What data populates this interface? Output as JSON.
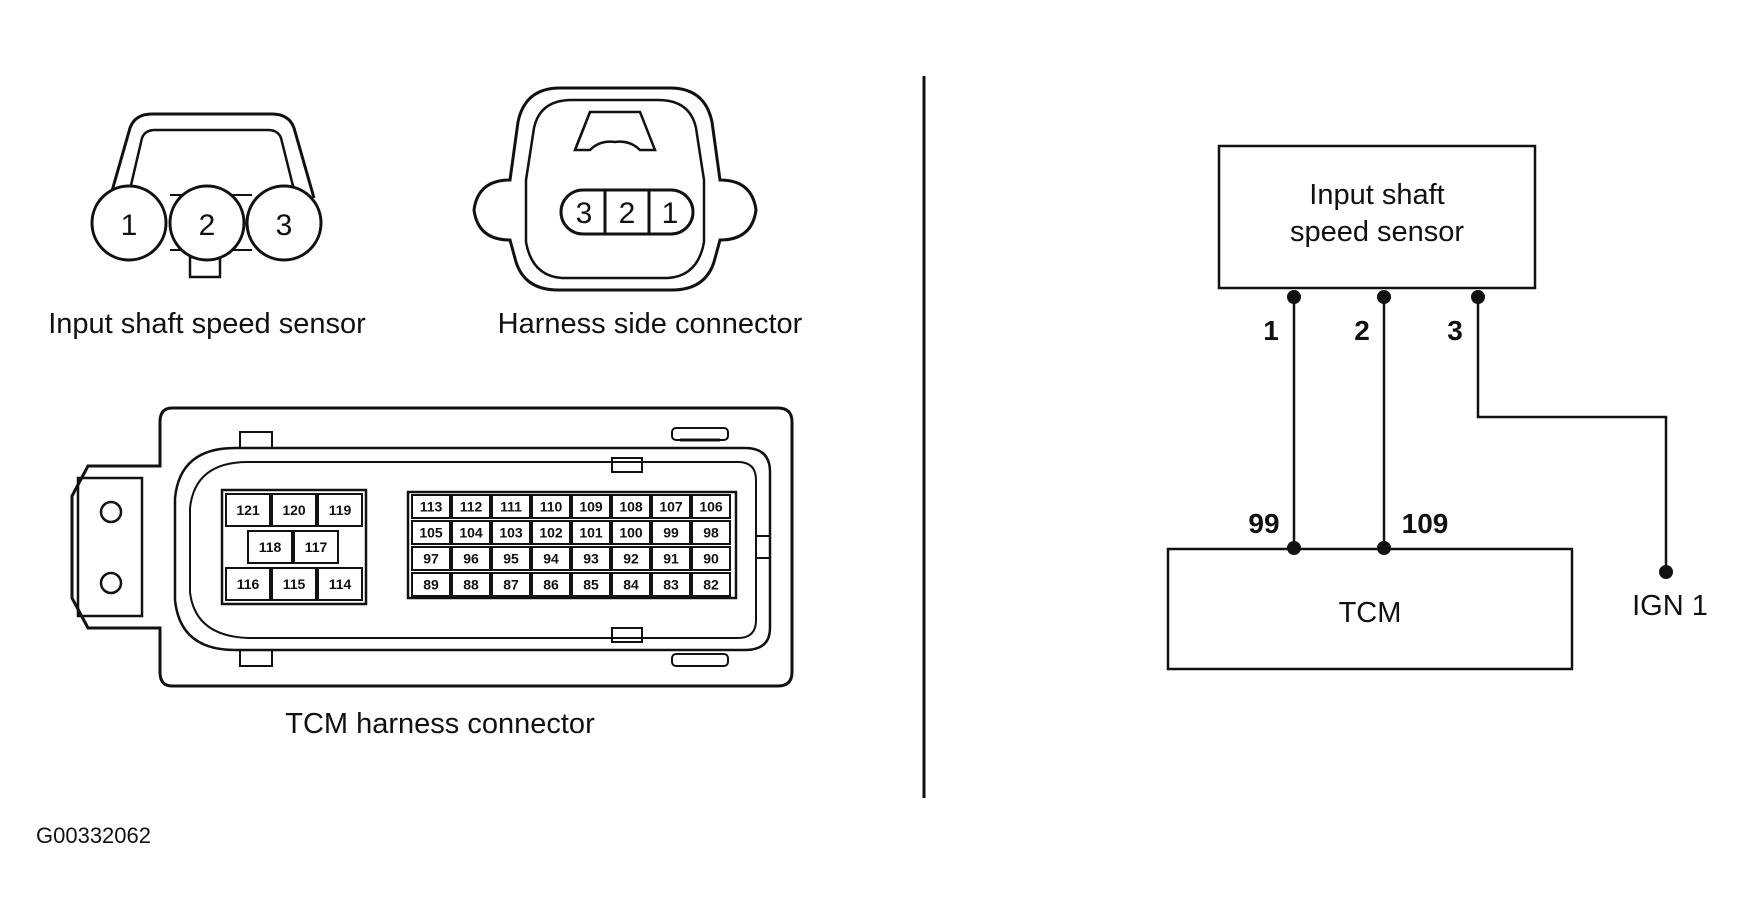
{
  "sensor": {
    "caption": "Input shaft speed sensor",
    "pins": [
      "1",
      "2",
      "3"
    ]
  },
  "harness": {
    "caption": "Harness side connector",
    "pins": [
      "3",
      "2",
      "1"
    ]
  },
  "tcm_connector": {
    "caption": "TCM harness connector",
    "left_rows": [
      [
        "121",
        "120",
        "119"
      ],
      [
        "118",
        "117"
      ],
      [
        "116",
        "115",
        "114"
      ]
    ],
    "right_rows": [
      [
        "113",
        "112",
        "111",
        "110",
        "109",
        "108",
        "107",
        "106"
      ],
      [
        "105",
        "104",
        "103",
        "102",
        "101",
        "100",
        "99",
        "98"
      ],
      [
        "97",
        "96",
        "95",
        "94",
        "93",
        "92",
        "91",
        "90"
      ],
      [
        "89",
        "88",
        "87",
        "86",
        "85",
        "84",
        "83",
        "82"
      ]
    ]
  },
  "schematic": {
    "sensor_box": [
      "Input shaft",
      "speed sensor"
    ],
    "sensor_pins": [
      "1",
      "2",
      "3"
    ],
    "tcm_pins": [
      "99",
      "109"
    ],
    "tcm_label": "TCM",
    "ign_label": "IGN 1"
  },
  "figure_code": "G00332062"
}
